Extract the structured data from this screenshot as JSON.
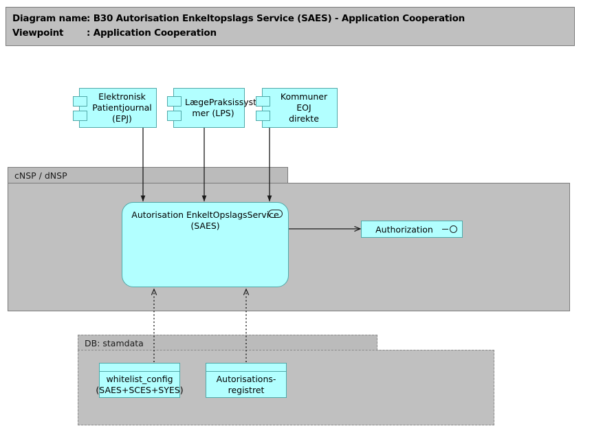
{
  "header": {
    "line1_label": "Diagram name",
    "line1_sep": ": ",
    "line1_value": "B30 Autorisation Enkeltopslags Service (SAES) - Application Cooperation",
    "line2_label": "Viewpoint",
    "line2_sep": ": ",
    "line2_value": "Application Cooperation"
  },
  "colors": {
    "element_fill": "#B2FFFF",
    "element_border": "#4FA8A8",
    "group_fill": "#C0C0C0",
    "group_tab_fill": "#BBBBBB",
    "group_border": "#7A7A7A",
    "line": "#1a1a1a",
    "canvas": "#FFFFFF"
  },
  "components": [
    {
      "id": "epj",
      "label": "Elektronisk\nPatientjournal\n(EPJ)",
      "icon": "component-icon"
    },
    {
      "id": "lps",
      "label": "LægePraksissyste\nmer (LPS)",
      "icon": "component-icon"
    },
    {
      "id": "kommuner",
      "label": "Kommuner EOJ\ndirekte",
      "icon": "component-icon"
    }
  ],
  "groups": {
    "cnsp": {
      "label": "cNSP / dNSP",
      "border_style": "solid"
    },
    "stamdata": {
      "label": "DB: stamdata",
      "border_style": "dashed"
    }
  },
  "service": {
    "label": "Autorisation EnkeltOpslagsService\n(SAES)",
    "icon": "application-service-icon"
  },
  "interface": {
    "label": "Authorization",
    "icon": "application-interface-icon"
  },
  "data_objects": [
    {
      "id": "whitelist",
      "label": "whitelist_config\n(SAES+SCES+SYES)",
      "icon": "data-object-icon"
    },
    {
      "id": "autreg",
      "label": "Autorisations-\nregistret",
      "icon": "data-object-icon"
    }
  ],
  "connections": [
    {
      "from": "epj",
      "to": "service",
      "style": "solid",
      "arrow": "filled"
    },
    {
      "from": "lps",
      "to": "service",
      "style": "solid",
      "arrow": "filled"
    },
    {
      "from": "kommuner",
      "to": "service",
      "style": "solid",
      "arrow": "filled"
    },
    {
      "from": "service",
      "to": "interface",
      "style": "solid",
      "arrow": "open"
    },
    {
      "from": "whitelist",
      "to": "service",
      "style": "dotted",
      "arrow": "open"
    },
    {
      "from": "autreg",
      "to": "service",
      "style": "dotted",
      "arrow": "open"
    }
  ]
}
